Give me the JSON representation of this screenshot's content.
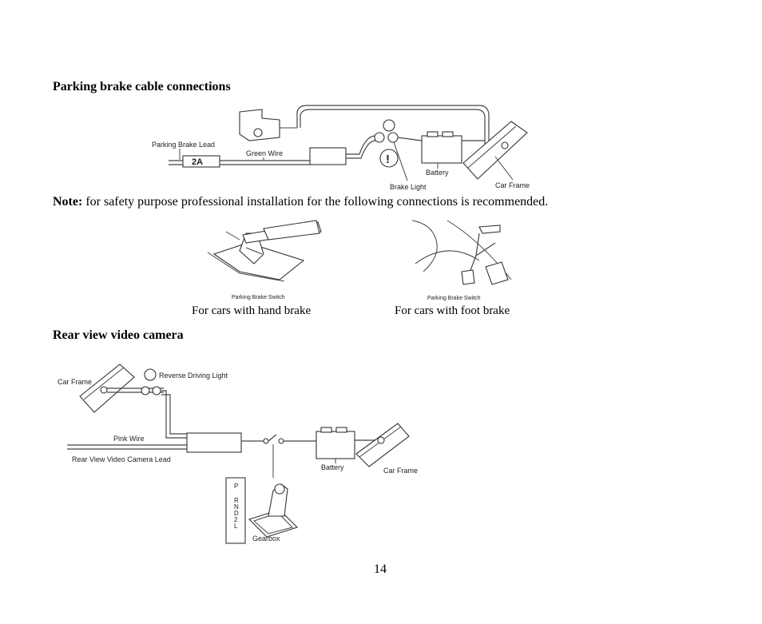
{
  "sections": {
    "parking": {
      "heading": "Parking brake cable connections",
      "labels": {
        "lead": "Parking Brake Lead",
        "green": "Green Wire",
        "fuse": "2A",
        "battery": "Battery",
        "brake_light": "Brake Light",
        "car_frame": "Car Frame",
        "warning": "!"
      }
    },
    "note": {
      "label": "Note:",
      "text": " for safety purpose professional installation for the following connections is recommended."
    },
    "brake_types": {
      "hand": {
        "switch_label": "Parking Brake Switch",
        "caption": "For cars with hand brake"
      },
      "foot": {
        "switch_label": "Parking Brake Switch",
        "caption": "For cars with foot brake"
      }
    },
    "camera": {
      "heading": "Rear view video camera",
      "labels": {
        "car_frame_left": "Car Frame",
        "reverse_light": "Reverse Driving Light",
        "pink": "Pink Wire",
        "lead": "Rear View Video Camera Lead",
        "battery": "Battery",
        "car_frame_right": "Car Frame",
        "gearbox": "Gearbox",
        "gears": [
          "P",
          "R",
          "N",
          "D",
          "2",
          "L"
        ]
      }
    }
  },
  "page_number": "14"
}
